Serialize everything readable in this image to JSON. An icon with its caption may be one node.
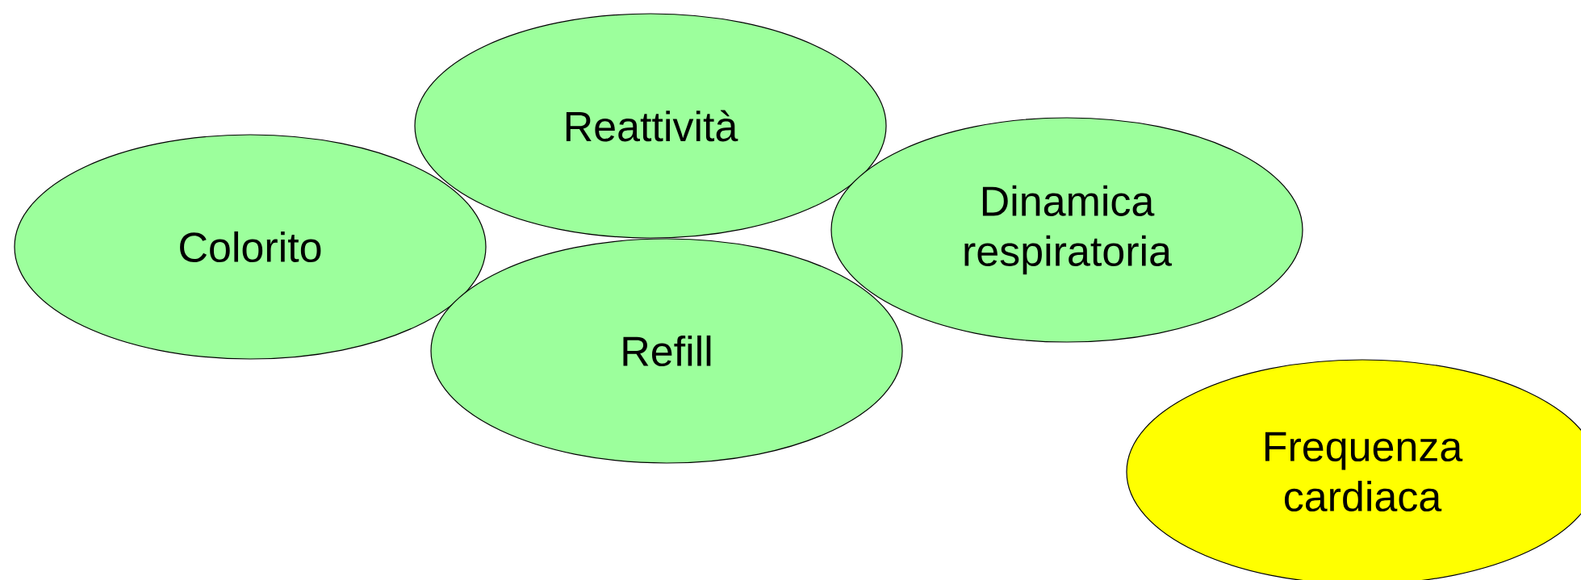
{
  "diagram": {
    "nodes": [
      {
        "text": [
          "Reattività"
        ]
      },
      {
        "text": [
          "Dinamica respiratoria"
        ]
      },
      {
        "text": [
          "Colorito"
        ]
      },
      {
        "text": [
          "Refill"
        ]
      },
      {
        "text": [
          "Frequenza cardiaca"
        ]
      }
    ]
  }
}
